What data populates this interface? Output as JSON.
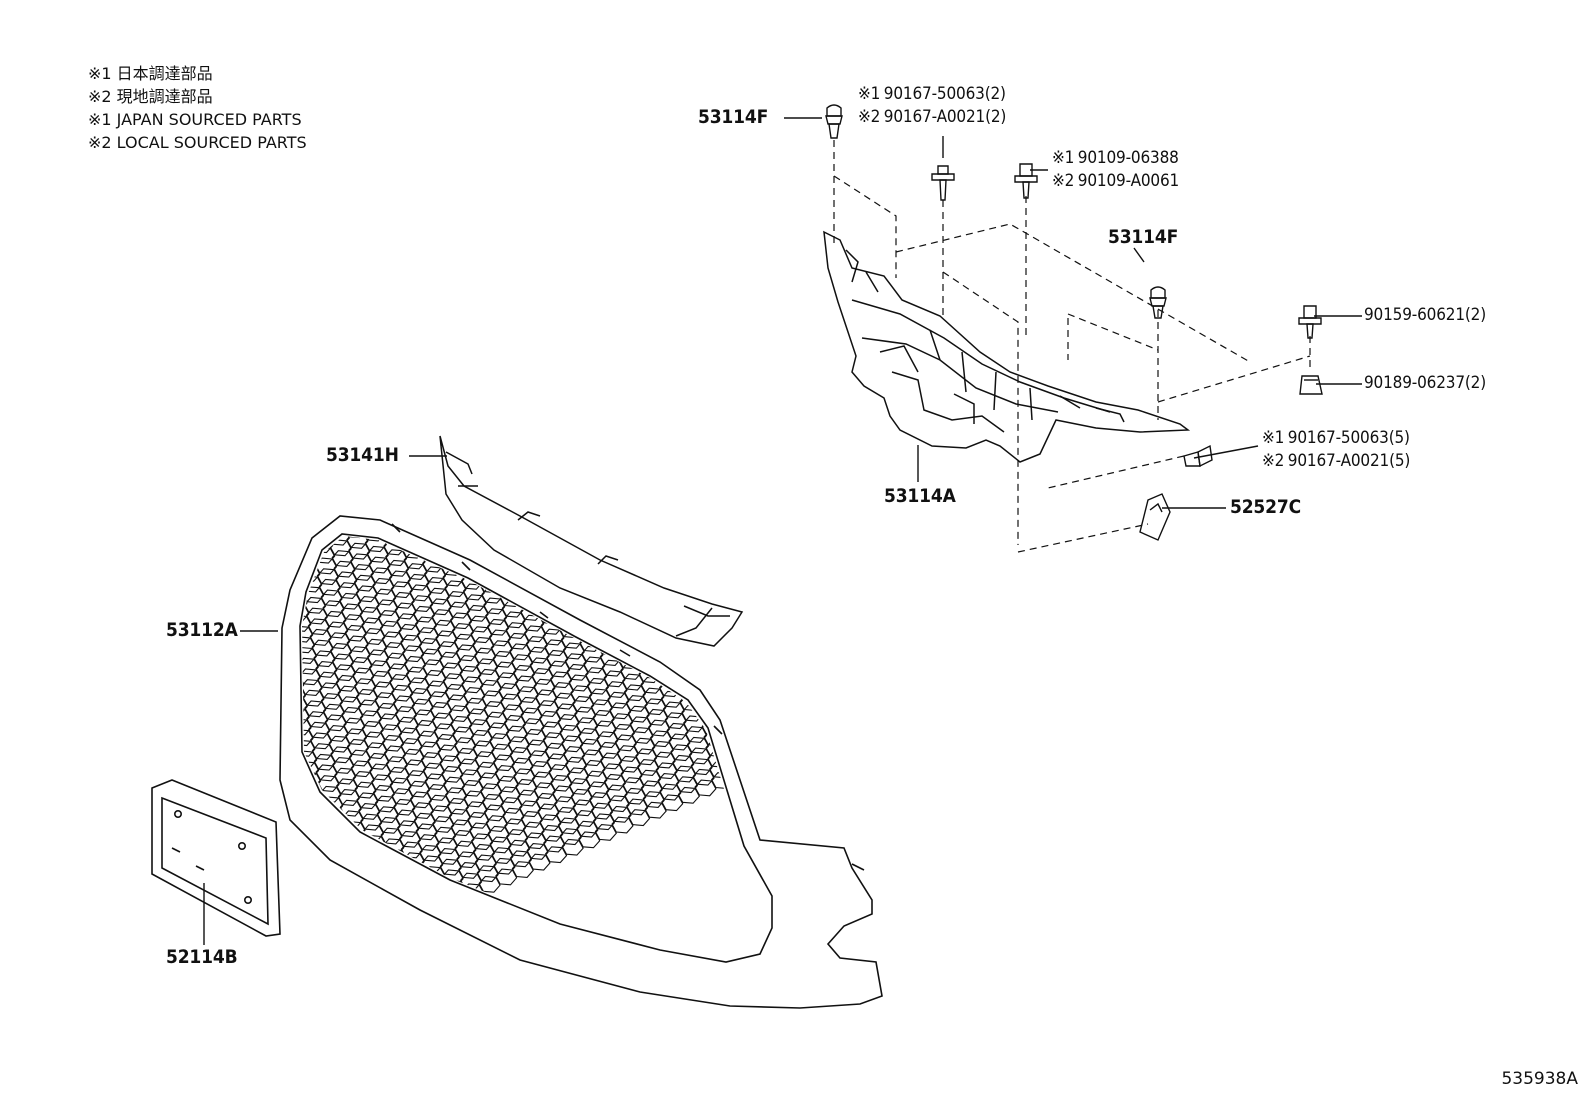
{
  "legend": [
    "※1 日本調達部品",
    "※2 現地調達部品",
    "※1 JAPAN SOURCED PARTS",
    "※2 LOCAL SOURCED PARTS"
  ],
  "callouts": {
    "clip_top_left": "53114F",
    "clip_right": "53114F",
    "screw_a": [
      {
        "mark": "※1",
        "part": "90167-50063(2)"
      },
      {
        "mark": "※2",
        "part": "90167-A0021(2)"
      }
    ],
    "bolt_a": [
      {
        "mark": "※1",
        "part": "90109-06388"
      },
      {
        "mark": "※2",
        "part": "90109-A0061"
      }
    ],
    "bolt_b": "90159-60621(2)",
    "nut_b": "90189-06237(2)",
    "screw_b": [
      {
        "mark": "※1",
        "part": "90167-50063(5)"
      },
      {
        "mark": "※2",
        "part": "90167-A0021(5)"
      }
    ],
    "retainer": "52527C",
    "upper_bracket": "53114A",
    "molding": "53141H",
    "grille": "53112A",
    "plate_bracket": "52114B"
  },
  "reference_code": "535938A"
}
